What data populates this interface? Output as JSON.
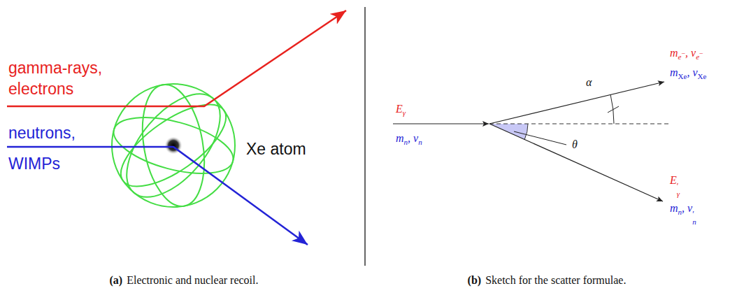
{
  "diagram": {
    "labels": [
      "gamma-rays, electrons",
      "neutrons, WIMPs",
      "Xe atom",
      "E",
      "γ",
      "m",
      "n",
      ", v",
      "n",
      "α",
      "m",
      "e",
      "−",
      ", v",
      "e",
      "−",
      "m",
      "Xe",
      ", v",
      "Xe",
      "θ",
      "E",
      "′",
      "γ",
      "m",
      "n",
      ", v",
      "′",
      "n",
      "(a)",
      "Electronic and nuclear recoil.",
      "(b)",
      "Sketch for the scatter formulae."
    ]
  }
}
